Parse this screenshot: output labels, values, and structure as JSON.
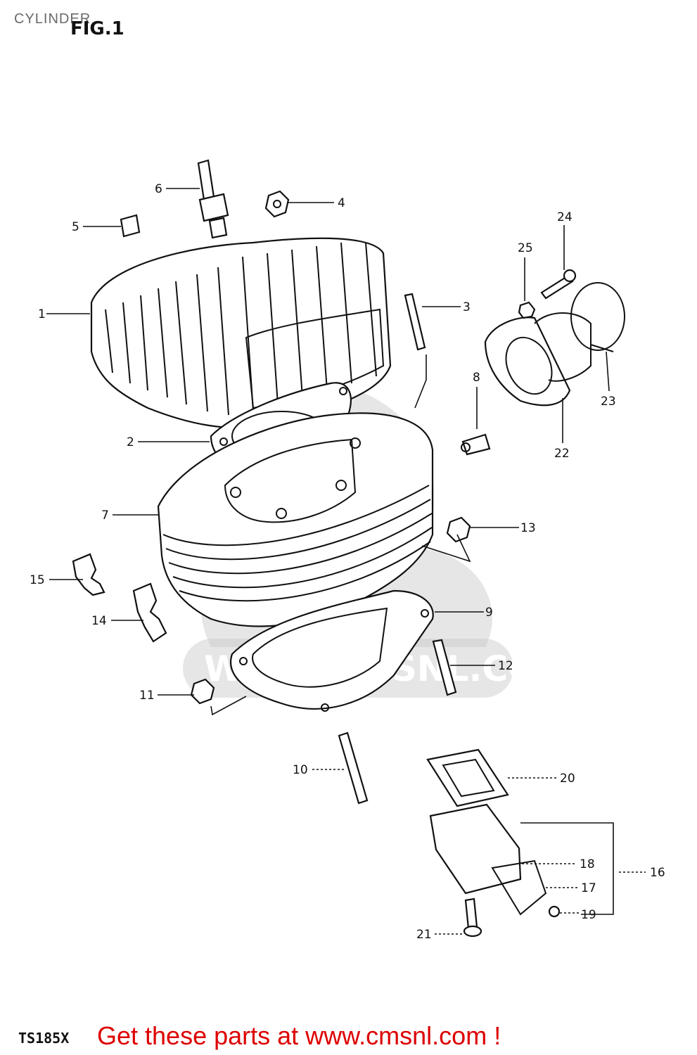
{
  "page_title": "CYLINDER",
  "figure_label": "FIG.1",
  "model_label": "TS185X",
  "promo_text": "Get these parts at www.cmsnl.com !",
  "watermark_text": "WWW.CMSNL.COM",
  "parts": [
    {
      "ref": "1"
    },
    {
      "ref": "2"
    },
    {
      "ref": "3"
    },
    {
      "ref": "4"
    },
    {
      "ref": "5"
    },
    {
      "ref": "6"
    },
    {
      "ref": "7"
    },
    {
      "ref": "8"
    },
    {
      "ref": "9"
    },
    {
      "ref": "10"
    },
    {
      "ref": "11"
    },
    {
      "ref": "12"
    },
    {
      "ref": "13"
    },
    {
      "ref": "14"
    },
    {
      "ref": "15"
    },
    {
      "ref": "16"
    },
    {
      "ref": "17"
    },
    {
      "ref": "18"
    },
    {
      "ref": "19"
    },
    {
      "ref": "20"
    },
    {
      "ref": "21"
    },
    {
      "ref": "22"
    },
    {
      "ref": "23"
    },
    {
      "ref": "24"
    },
    {
      "ref": "25"
    }
  ],
  "colors": {
    "promo": "#dd0000",
    "title": "#6a6a6a",
    "lines": "#111111",
    "watermark": "#c8c8c8"
  }
}
